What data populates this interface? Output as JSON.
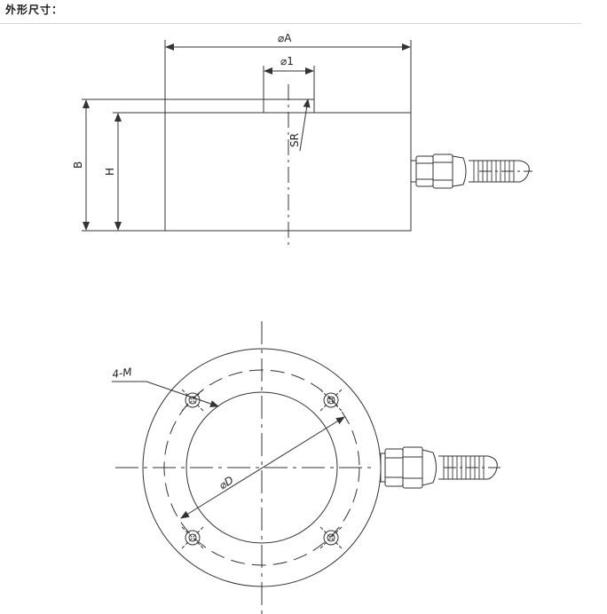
{
  "heading": "外形尺寸：",
  "side_view": {
    "labels": {
      "diameter_a": "⌀A",
      "diameter_1": "⌀1",
      "radius": "SR",
      "height_b": "B",
      "height_h": "H"
    }
  },
  "top_view": {
    "labels": {
      "holes": "4-M",
      "diameter_d": "⌀D"
    }
  },
  "colors": {
    "line": "#333333",
    "background": "#ffffff"
  }
}
